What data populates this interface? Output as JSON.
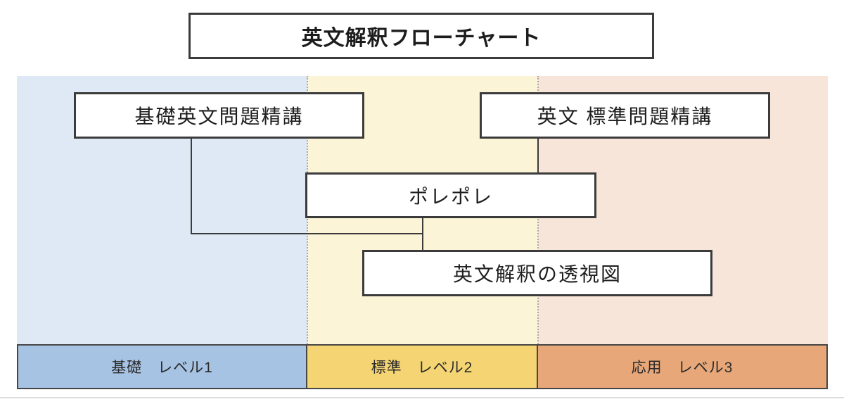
{
  "page": {
    "title": "英文解釈フローチャート"
  },
  "nodes": [
    {
      "id": "kiso-eibun-mondai-seiko",
      "label": "基礎英文問題精講"
    },
    {
      "id": "eibun-hyojun-mondai-seiko",
      "label": "英文 標準問題精講"
    },
    {
      "id": "porepore",
      "label": "ポレポレ"
    },
    {
      "id": "eibun-kaishaku-toshizu",
      "label": "英文解釈の透視図"
    }
  ],
  "edges": [
    {
      "from": "基礎英文問題精講",
      "to": "英文解釈の透視図"
    },
    {
      "from": "ポレポレ",
      "to": "英文解釈の透視図"
    },
    {
      "from": "英文 標準問題精講",
      "to": "ポレポレ"
    }
  ],
  "levels": [
    {
      "label": "基礎　レベル1",
      "band_color": "#a6c3e3",
      "column_color": "#dfe9f5"
    },
    {
      "label": "標準　レベル2",
      "band_color": "#f5d573",
      "column_color": "#fcf4d6"
    },
    {
      "label": "応用　レベル3",
      "band_color": "#e7a779",
      "column_color": "#f7e5d9"
    }
  ],
  "colors": {
    "box_border": "#3b3b3b",
    "connector": "#3b3b3b",
    "column_divider": "#aaaaaa",
    "band_border": "#474747",
    "text": "#1f1f1f"
  }
}
